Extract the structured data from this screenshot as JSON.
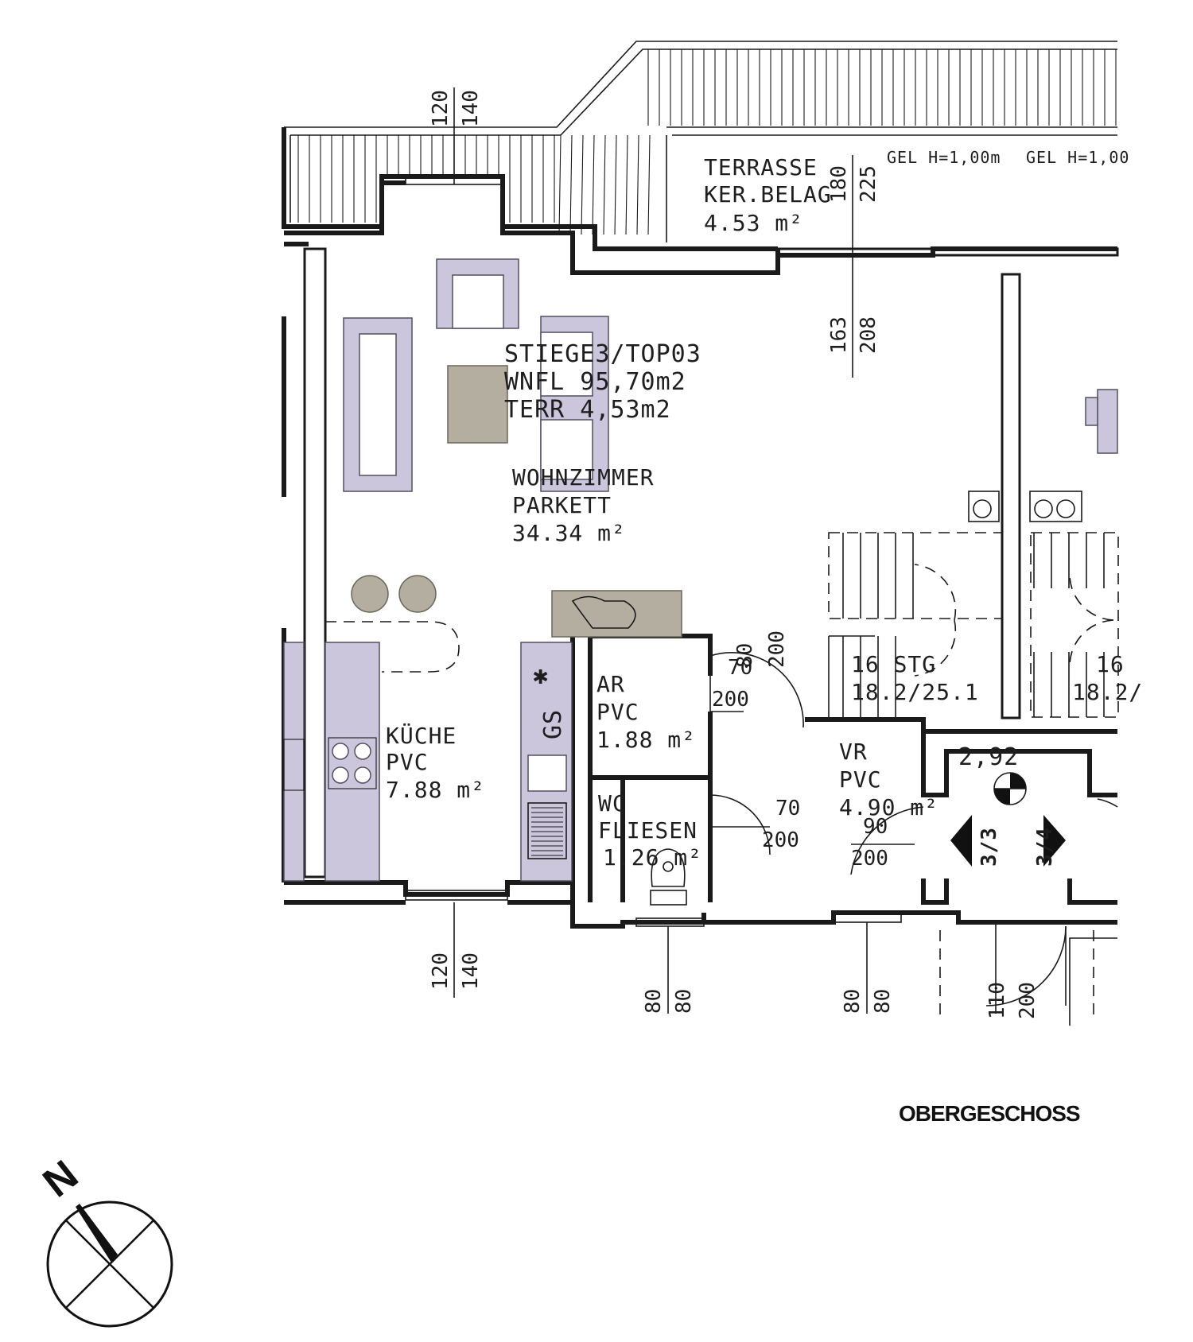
{
  "plan_title": "OBERGESCHOSS",
  "unit": {
    "id": "STIEGE3/TOP03",
    "wnfl": "WNFL 95,70m2",
    "terr": "TERR 4,53m2"
  },
  "rooms": [
    {
      "key": "terrasse",
      "name": "TERRASSE",
      "floor": "KER.BELAG",
      "area": "4.53 m²"
    },
    {
      "key": "wohnzimmer",
      "name": "WOHNZIMMER",
      "floor": "PARKETT",
      "area": "34.34 m²"
    },
    {
      "key": "kueche",
      "name": "KÜCHE",
      "floor": "PVC",
      "area": "7.88 m²"
    },
    {
      "key": "ar",
      "name": "AR",
      "floor": "PVC",
      "area": "1.88 m²"
    },
    {
      "key": "wc",
      "name": "WC",
      "floor": "FLIESEN",
      "area": "1.26 m²"
    },
    {
      "key": "vr",
      "name": "VR",
      "floor": "PVC",
      "area": "4.90 m²"
    }
  ],
  "railings": [
    "GEL H=1,00m",
    "GEL H=1,00"
  ],
  "stairs": [
    {
      "steps": "16 STG",
      "ratio": "18.2/25.1"
    },
    {
      "steps": "16",
      "ratio": "18.2/"
    }
  ],
  "level": "2,92",
  "axis_markers": [
    "3/3",
    "3/4"
  ],
  "kitchen_symbols": {
    "sink_label": "GS",
    "star": "✱"
  },
  "dimensions": {
    "top_window": [
      "120",
      "140"
    ],
    "terrace_right": [
      "180",
      "225"
    ],
    "living_door": [
      "163",
      "208"
    ],
    "ar_door_vertical": [
      "80",
      "200"
    ],
    "ar_door": [
      "70",
      "200"
    ],
    "wc_door": [
      "70",
      "200"
    ],
    "vr_door": [
      "90",
      "200"
    ],
    "bottom_kitchen_window": [
      "120",
      "140"
    ],
    "bottom_wc_window": [
      "80",
      "80"
    ],
    "bottom_vr_window": [
      "80",
      "80"
    ],
    "bottom_entrance": [
      "110",
      "200"
    ]
  },
  "compass": {
    "north_label": "N"
  }
}
